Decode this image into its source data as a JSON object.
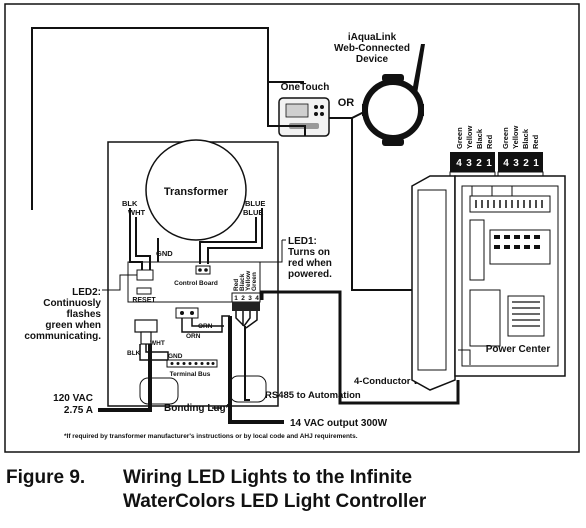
{
  "labels": {
    "iaqualink_line1": "iAquaLink",
    "iaqualink_line2": "Web-Connected",
    "iaqualink_line3": "Device",
    "onetouch": "OneTouch",
    "or": "OR",
    "transformer": "Transformer",
    "blk_top": "BLK",
    "wht_top": "WHT",
    "blue1": "BLUE",
    "blue2": "BLUE",
    "gnd_top": "GND",
    "control_board": "Control Board",
    "reset": "RESET",
    "led1_line1": "LED1:",
    "led1_line2": "Turns on",
    "led1_line3": "red when",
    "led1_line4": "powered.",
    "led2_line1": "LED2:",
    "led2_line2": "Continuosly",
    "led2_line3": "flashes",
    "led2_line4": "green when",
    "led2_line5": "communicating.",
    "orn1": "ORN",
    "orn2": "ORN",
    "blk_bottom": "BLK",
    "wht_bottom": "WHT",
    "gnd_bottom": "GND",
    "terminal_bus": "Terminal Bus",
    "vac_120": "120 VAC",
    "amps": "2.75 A",
    "bonding_lug": "Bonding Lug*",
    "rs485": "RS485 to Automation",
    "output_14vac": "14 VAC output 300W",
    "conductor_wire": "4-Conductor Wire",
    "power_center": "Power Center",
    "footnote": "*If required by transformer manufacturer's instructions or by local code and AHJ requirements."
  },
  "control_terminal": {
    "wires": [
      "Red",
      "Black",
      "Yellow",
      "Green"
    ],
    "numbers": [
      "1",
      "2",
      "3",
      "4"
    ]
  },
  "pc_terminal_left": {
    "wires": [
      "Green",
      "Yellow",
      "Black",
      "Red"
    ],
    "numbers": [
      "4",
      "3",
      "2",
      "1"
    ]
  },
  "pc_terminal_right": {
    "wires": [
      "Green",
      "Yellow",
      "Black",
      "Red"
    ],
    "numbers": [
      "4",
      "3",
      "2",
      "1"
    ]
  },
  "caption": {
    "number": "Figure 9.",
    "line1": "Wiring LED Lights to the Infinite",
    "line2": "WaterColors LED Light Controller"
  }
}
